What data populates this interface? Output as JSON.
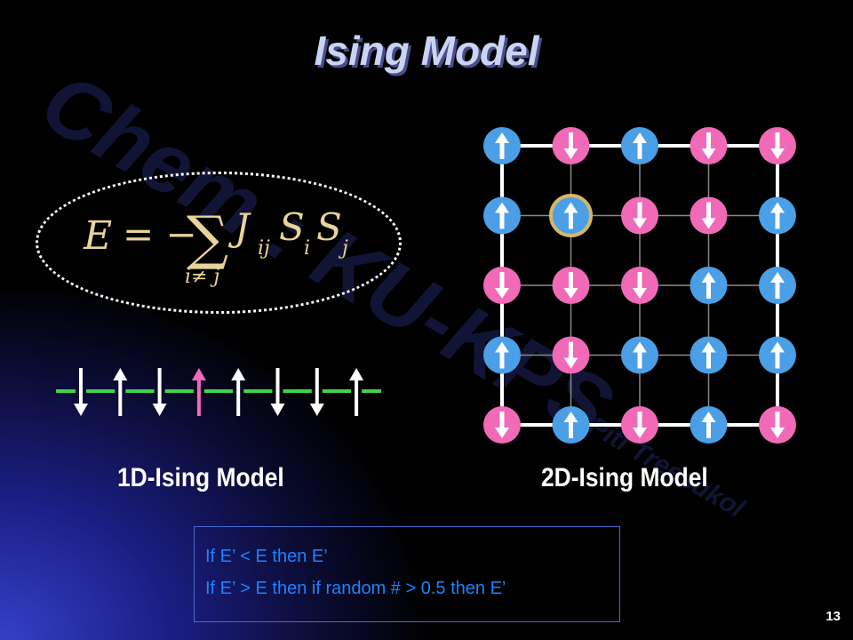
{
  "title": "Ising Model",
  "equation": {
    "lhs": "E",
    "op": "= −",
    "sum": "∑",
    "sub": "i≠ j",
    "J": "J",
    "J_sub": "ij",
    "S1": "S",
    "S1_sub": "i",
    "S2": "S",
    "S2_sub": "j"
  },
  "watermark": {
    "main": "Chem : KU-KPS",
    "sub": "Piti Treesukol"
  },
  "labels": {
    "one_d": "1D-Ising Model",
    "two_d": "2D-Ising Model"
  },
  "rules": [
    "If E’ < E then E’",
    "If E’ > E then if random # > 0.5 then E’"
  ],
  "page_number": "13",
  "colors": {
    "spin_up": "#4a9fe6",
    "spin_down": "#f06ab8",
    "chain_line": "#3fd24a",
    "highlight": "#d8b667",
    "rule_text": "#1e82ff"
  },
  "chain_1d": {
    "spins": [
      "down",
      "up",
      "down",
      "up",
      "up",
      "down",
      "down",
      "up"
    ],
    "highlight_index": 3
  },
  "lattice_2d": {
    "rows": [
      [
        "up",
        "down",
        "up",
        "down",
        "down"
      ],
      [
        "up",
        "up",
        "down",
        "down",
        "up"
      ],
      [
        "down",
        "down",
        "down",
        "up",
        "up"
      ],
      [
        "up",
        "down",
        "up",
        "up",
        "up"
      ],
      [
        "down",
        "up",
        "down",
        "up",
        "down"
      ]
    ],
    "highlight": [
      1,
      1
    ]
  }
}
